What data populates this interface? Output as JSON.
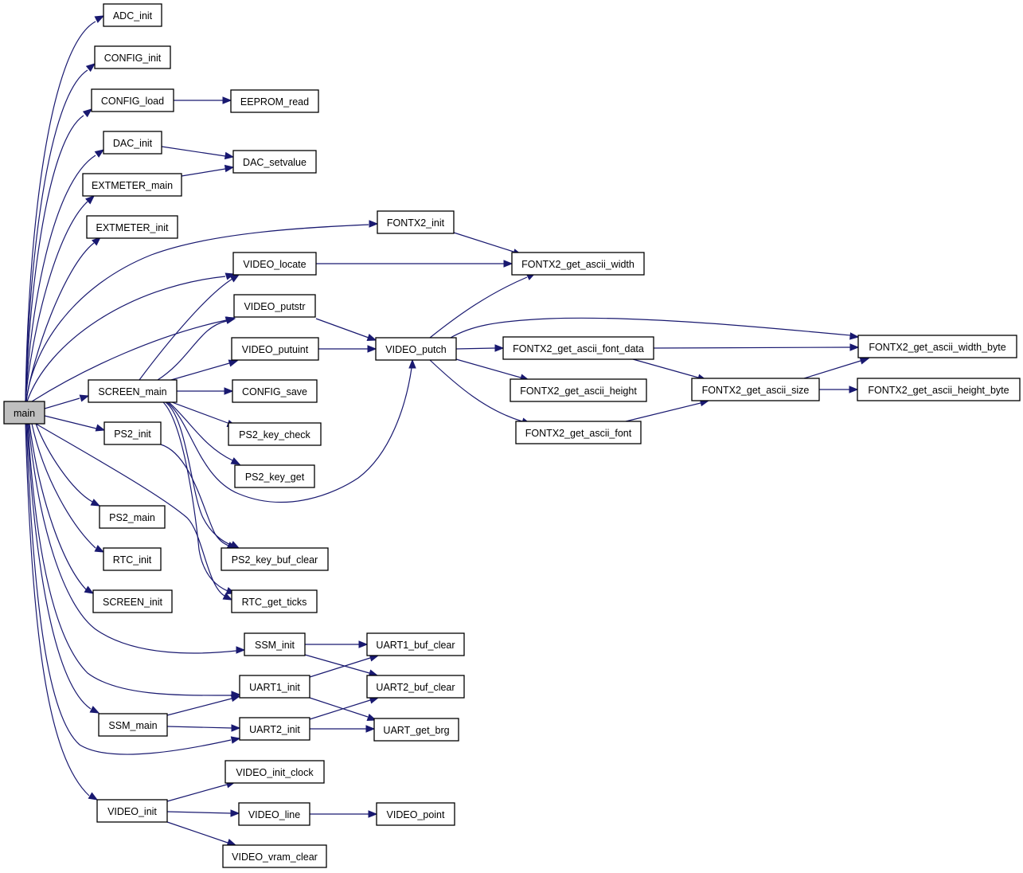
{
  "graph": {
    "edge_color": "#191970",
    "root_fill": "#bfbfbf",
    "node_fill": "#ffffff",
    "nodes": [
      {
        "id": "main",
        "label": "main"
      },
      {
        "id": "ADC_init",
        "label": "ADC_init"
      },
      {
        "id": "CONFIG_init",
        "label": "CONFIG_init"
      },
      {
        "id": "CONFIG_load",
        "label": "CONFIG_load"
      },
      {
        "id": "EEPROM_read",
        "label": "EEPROM_read"
      },
      {
        "id": "DAC_init",
        "label": "DAC_init"
      },
      {
        "id": "DAC_setvalue",
        "label": "DAC_setvalue"
      },
      {
        "id": "EXTMETER_main",
        "label": "EXTMETER_main"
      },
      {
        "id": "EXTMETER_init",
        "label": "EXTMETER_init"
      },
      {
        "id": "FONTX2_init",
        "label": "FONTX2_init"
      },
      {
        "id": "FONTX2_get_ascii_width",
        "label": "FONTX2_get_ascii_width"
      },
      {
        "id": "VIDEO_locate",
        "label": "VIDEO_locate"
      },
      {
        "id": "VIDEO_putstr",
        "label": "VIDEO_putstr"
      },
      {
        "id": "VIDEO_putuint",
        "label": "VIDEO_putuint"
      },
      {
        "id": "VIDEO_putch",
        "label": "VIDEO_putch"
      },
      {
        "id": "FONTX2_get_ascii_font_data",
        "label": "FONTX2_get_ascii_font_data"
      },
      {
        "id": "FONTX2_get_ascii_width_byte",
        "label": "FONTX2_get_ascii_width_byte"
      },
      {
        "id": "SCREEN_main",
        "label": "SCREEN_main"
      },
      {
        "id": "CONFIG_save",
        "label": "CONFIG_save"
      },
      {
        "id": "FONTX2_get_ascii_height",
        "label": "FONTX2_get_ascii_height"
      },
      {
        "id": "FONTX2_get_ascii_size",
        "label": "FONTX2_get_ascii_size"
      },
      {
        "id": "FONTX2_get_ascii_height_byte",
        "label": "FONTX2_get_ascii_height_byte"
      },
      {
        "id": "PS2_init",
        "label": "PS2_init"
      },
      {
        "id": "PS2_key_check",
        "label": "PS2_key_check"
      },
      {
        "id": "FONTX2_get_ascii_font",
        "label": "FONTX2_get_ascii_font"
      },
      {
        "id": "PS2_key_get",
        "label": "PS2_key_get"
      },
      {
        "id": "PS2_main",
        "label": "PS2_main"
      },
      {
        "id": "RTC_init",
        "label": "RTC_init"
      },
      {
        "id": "PS2_key_buf_clear",
        "label": "PS2_key_buf_clear"
      },
      {
        "id": "SCREEN_init",
        "label": "SCREEN_init"
      },
      {
        "id": "RTC_get_ticks",
        "label": "RTC_get_ticks"
      },
      {
        "id": "SSM_init",
        "label": "SSM_init"
      },
      {
        "id": "UART1_buf_clear",
        "label": "UART1_buf_clear"
      },
      {
        "id": "UART1_init",
        "label": "UART1_init"
      },
      {
        "id": "UART2_buf_clear",
        "label": "UART2_buf_clear"
      },
      {
        "id": "SSM_main",
        "label": "SSM_main"
      },
      {
        "id": "UART2_init",
        "label": "UART2_init"
      },
      {
        "id": "UART_get_brg",
        "label": "UART_get_brg"
      },
      {
        "id": "VIDEO_init_clock",
        "label": "VIDEO_init_clock"
      },
      {
        "id": "VIDEO_init",
        "label": "VIDEO_init"
      },
      {
        "id": "VIDEO_line",
        "label": "VIDEO_line"
      },
      {
        "id": "VIDEO_point",
        "label": "VIDEO_point"
      },
      {
        "id": "VIDEO_vram_clear",
        "label": "VIDEO_vram_clear"
      }
    ],
    "edges": [
      {
        "from": "main",
        "to": "ADC_init"
      },
      {
        "from": "main",
        "to": "CONFIG_init"
      },
      {
        "from": "main",
        "to": "CONFIG_load"
      },
      {
        "from": "main",
        "to": "DAC_init"
      },
      {
        "from": "main",
        "to": "EXTMETER_main"
      },
      {
        "from": "main",
        "to": "EXTMETER_init"
      },
      {
        "from": "main",
        "to": "FONTX2_init"
      },
      {
        "from": "main",
        "to": "VIDEO_locate"
      },
      {
        "from": "main",
        "to": "VIDEO_putstr"
      },
      {
        "from": "main",
        "to": "SCREEN_main"
      },
      {
        "from": "main",
        "to": "PS2_init"
      },
      {
        "from": "main",
        "to": "PS2_main"
      },
      {
        "from": "main",
        "to": "RTC_init"
      },
      {
        "from": "main",
        "to": "SCREEN_init"
      },
      {
        "from": "main",
        "to": "RTC_get_ticks"
      },
      {
        "from": "main",
        "to": "SSM_init"
      },
      {
        "from": "main",
        "to": "UART1_init"
      },
      {
        "from": "main",
        "to": "SSM_main"
      },
      {
        "from": "main",
        "to": "UART2_init"
      },
      {
        "from": "main",
        "to": "VIDEO_init"
      },
      {
        "from": "CONFIG_load",
        "to": "EEPROM_read"
      },
      {
        "from": "DAC_init",
        "to": "DAC_setvalue"
      },
      {
        "from": "EXTMETER_main",
        "to": "DAC_setvalue"
      },
      {
        "from": "FONTX2_init",
        "to": "FONTX2_get_ascii_width"
      },
      {
        "from": "VIDEO_locate",
        "to": "FONTX2_get_ascii_width"
      },
      {
        "from": "VIDEO_putstr",
        "to": "VIDEO_putch"
      },
      {
        "from": "VIDEO_putuint",
        "to": "VIDEO_putch"
      },
      {
        "from": "VIDEO_putch",
        "to": "FONTX2_get_ascii_width"
      },
      {
        "from": "VIDEO_putch",
        "to": "FONTX2_get_ascii_width_byte"
      },
      {
        "from": "VIDEO_putch",
        "to": "FONTX2_get_ascii_font_data"
      },
      {
        "from": "VIDEO_putch",
        "to": "FONTX2_get_ascii_height"
      },
      {
        "from": "VIDEO_putch",
        "to": "FONTX2_get_ascii_font"
      },
      {
        "from": "FONTX2_get_ascii_font_data",
        "to": "FONTX2_get_ascii_width_byte"
      },
      {
        "from": "FONTX2_get_ascii_font_data",
        "to": "FONTX2_get_ascii_size"
      },
      {
        "from": "FONTX2_get_ascii_size",
        "to": "FONTX2_get_ascii_width_byte"
      },
      {
        "from": "FONTX2_get_ascii_size",
        "to": "FONTX2_get_ascii_height_byte"
      },
      {
        "from": "FONTX2_get_ascii_font",
        "to": "FONTX2_get_ascii_size"
      },
      {
        "from": "SCREEN_main",
        "to": "VIDEO_locate"
      },
      {
        "from": "SCREEN_main",
        "to": "VIDEO_putstr"
      },
      {
        "from": "SCREEN_main",
        "to": "VIDEO_putuint"
      },
      {
        "from": "SCREEN_main",
        "to": "CONFIG_save"
      },
      {
        "from": "SCREEN_main",
        "to": "PS2_key_check"
      },
      {
        "from": "SCREEN_main",
        "to": "PS2_key_get"
      },
      {
        "from": "SCREEN_main",
        "to": "VIDEO_putch"
      },
      {
        "from": "SCREEN_main",
        "to": "PS2_key_buf_clear"
      },
      {
        "from": "SCREEN_main",
        "to": "RTC_get_ticks"
      },
      {
        "from": "PS2_init",
        "to": "PS2_key_buf_clear"
      },
      {
        "from": "SSM_init",
        "to": "UART1_buf_clear"
      },
      {
        "from": "SSM_init",
        "to": "UART2_buf_clear"
      },
      {
        "from": "UART1_init",
        "to": "UART1_buf_clear"
      },
      {
        "from": "UART1_init",
        "to": "UART_get_brg"
      },
      {
        "from": "SSM_main",
        "to": "UART1_init"
      },
      {
        "from": "SSM_main",
        "to": "UART2_init"
      },
      {
        "from": "UART2_init",
        "to": "UART2_buf_clear"
      },
      {
        "from": "UART2_init",
        "to": "UART_get_brg"
      },
      {
        "from": "VIDEO_init",
        "to": "VIDEO_init_clock"
      },
      {
        "from": "VIDEO_init",
        "to": "VIDEO_line"
      },
      {
        "from": "VIDEO_init",
        "to": "VIDEO_vram_clear"
      },
      {
        "from": "VIDEO_line",
        "to": "VIDEO_point"
      }
    ]
  }
}
